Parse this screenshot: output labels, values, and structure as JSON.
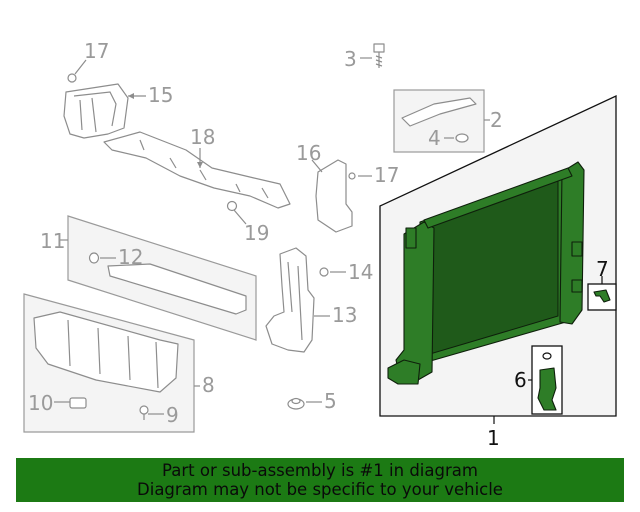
{
  "callouts": {
    "c1": "1",
    "c2": "2",
    "c3": "3",
    "c4": "4",
    "c5": "5",
    "c6": "6",
    "c7": "7",
    "c8": "8",
    "c9": "9",
    "c10": "10",
    "c11": "11",
    "c12": "12",
    "c13": "13",
    "c14": "14",
    "c15": "15",
    "c16": "16",
    "c17a": "17",
    "c17b": "17",
    "c18": "18",
    "c19": "19"
  },
  "footer": {
    "line1": "Part or sub-assembly is #1 in diagram",
    "line2": "Diagram may not be specific to your vehicle"
  },
  "colors": {
    "highlight": "#2e7d27",
    "footer_bg": "#1c7a14",
    "callout_gray": "#9a9a9a"
  }
}
